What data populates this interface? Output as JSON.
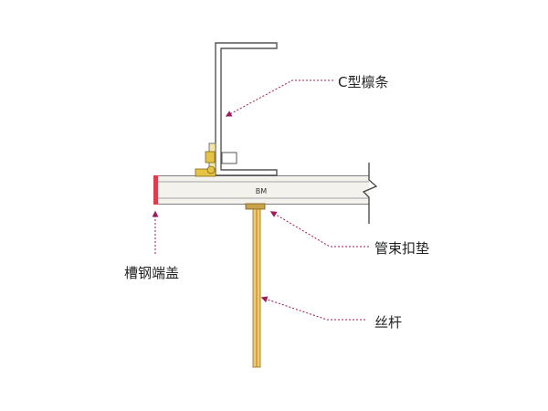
{
  "labels": {
    "c_purlin": "C型檩条",
    "clamp_washer": "管束扣垫",
    "channel_end_cap": "槽钢端盖",
    "threaded_rod": "丝杆",
    "beam_mark": "BM"
  },
  "colors": {
    "arrow": "#a0195a",
    "beam_outline": "#555555",
    "beam_fill": "#f4f2ec",
    "end_cap": "#e23b4a",
    "rod": "#d8b84a",
    "bolt": "#e6c245"
  }
}
